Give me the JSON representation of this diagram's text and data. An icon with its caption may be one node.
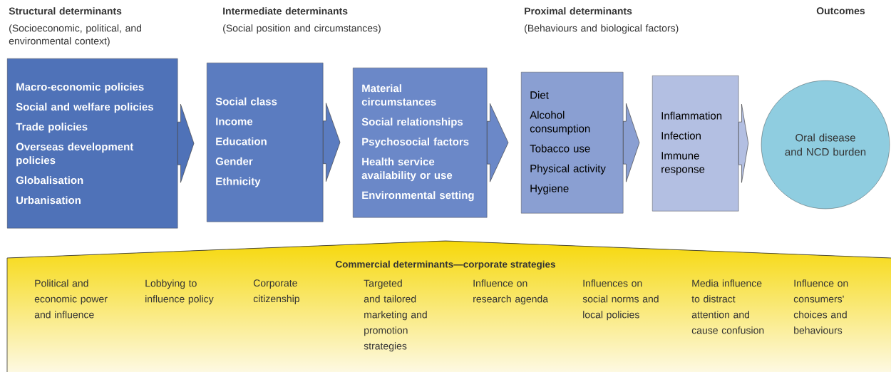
{
  "diagram": {
    "nodes": [
      {
        "text": [
          "Macro-economic policies",
          "Social and welfare policies",
          "Trade policies",
          "Overseas development policies",
          "Globalisation",
          "Urbanisation"
        ]
      },
      {
        "text": [
          "Social class",
          "Income",
          "Education",
          "Gender",
          "Ethnicity"
        ]
      },
      {
        "text": [
          "Material circumstances",
          "Social relationships",
          "Psychosocial factors",
          "Health service availability or use",
          "Environmental setting"
        ]
      },
      {
        "text": [
          "Diet",
          "Alcohol consumption",
          "Tobacco use",
          "Physical activity",
          "Hygiene"
        ]
      },
      {
        "text": [
          "Inflammation",
          "Infection",
          "Immune response"
        ]
      },
      {
        "text": [
          "Oral disease and NCD burden"
        ]
      },
      {
        "text": [
          "Commercial determinants—corporate strategies",
          "Political and economic power and influence",
          "Lobbying to influence policy",
          "Corporate citizenship",
          "Targeted and tailored marketing and promotion strategies",
          "Influence on research agenda",
          "Influences on social norms and local policies",
          "Media influence to distract attention and cause confusion",
          "Influence on consumers' choices and behaviours"
        ]
      }
    ],
    "edges": [
      {
        "from": 0,
        "to": 1,
        "arrow": "to"
      },
      {
        "from": 1,
        "to": 2,
        "arrow": "to"
      },
      {
        "from": 2,
        "to": 3,
        "arrow": "to"
      },
      {
        "from": 3,
        "to": 4,
        "arrow": "to"
      },
      {
        "from": 4,
        "to": 5,
        "arrow": "to"
      }
    ],
    "labels": [
      "Structural determinants",
      "(Socioeconomic, political, and environmental context)",
      "Intermediate determinants",
      "(Social position and circumstances)",
      "Proximal determinants",
      "(Behaviours and biological factors)",
      "Outcomes"
    ]
  }
}
